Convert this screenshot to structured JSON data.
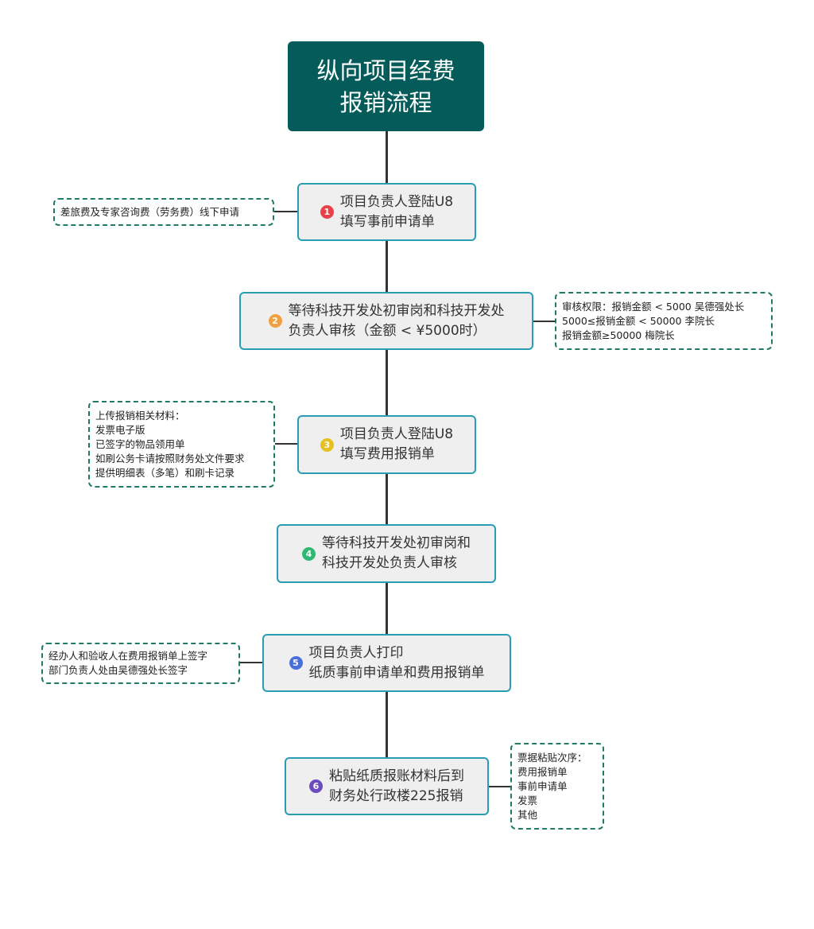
{
  "title": {
    "line1": "纵向项目经费",
    "line2": "报销流程",
    "bg": "#035c5a"
  },
  "steps": [
    {
      "num": "1",
      "color": "#e8414a",
      "line1": "项目负责人登陆U8",
      "line2": "填写事前申请单"
    },
    {
      "num": "2",
      "color": "#f0a040",
      "line1": "等待科技开发处初审岗和科技开发处",
      "line2": "负责人审核（金额 < ¥5000时）"
    },
    {
      "num": "3",
      "color": "#e6c020",
      "line1": "项目负责人登陆U8",
      "line2": "填写费用报销单"
    },
    {
      "num": "4",
      "color": "#2eb872",
      "line1": "等待科技开发处初审岗和",
      "line2": "科技开发处负责人审核"
    },
    {
      "num": "5",
      "color": "#4a6fdc",
      "line1": "项目负责人打印",
      "line2": "纸质事前申请单和费用报销单"
    },
    {
      "num": "6",
      "color": "#6a4bc0",
      "line1": "粘贴纸质报账材料后到",
      "line2": "财务处行政楼225报销"
    }
  ],
  "notes": {
    "n1": [
      "差旅费及专家咨询费（劳务费）线下申请"
    ],
    "n2": [
      "审核权限：报销金额 < 5000 吴德强处长",
      "5000≤报销金额 < 50000 李院长",
      "报销金额≥50000 梅院长"
    ],
    "n3": [
      "上传报销相关材料：",
      "发票电子版",
      "已签字的物品领用单",
      "如刷公务卡请按照财务处文件要求",
      "提供明细表（多笔）和刷卡记录"
    ],
    "n5": [
      "经办人和验收人在费用报销单上签字",
      "部门负责人处由吴德强处长签字"
    ],
    "n6": [
      "票据粘贴次序：",
      "费用报销单",
      "事前申请单",
      "发票",
      "其他"
    ]
  }
}
